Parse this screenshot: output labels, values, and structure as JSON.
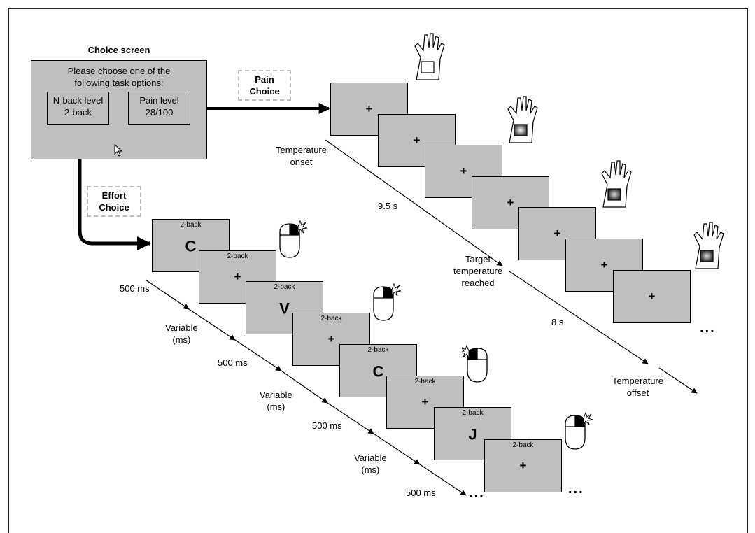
{
  "choice_screen": {
    "title": "Choice screen",
    "prompt_line1": "Please choose one of the",
    "prompt_line2": "following task options:",
    "nback_option": {
      "line1": "N-back level",
      "line2": "2-back"
    },
    "pain_option": {
      "line1": "Pain level",
      "line2": "28/100"
    }
  },
  "pain_branch": {
    "label_line1": "Pain",
    "label_line2": "Choice",
    "fixation": "+",
    "temp_onset_line1": "Temperature",
    "temp_onset_line2": "onset",
    "ramp_time": "9.5 s",
    "target_line1": "Target",
    "target_line2": "temperature",
    "target_line3": "reached",
    "hold_time": "8 s",
    "temp_offset_line1": "Temperature",
    "temp_offset_line2": "offset",
    "ellipsis": "...",
    "icon": "hand-with-thermode-icon"
  },
  "effort_branch": {
    "label_line1": "Effort",
    "label_line2": "Choice",
    "screen_tag": "2-back",
    "stimuli": [
      "C",
      "+",
      "V",
      "+",
      "C",
      "+",
      "J",
      "+"
    ],
    "timing_500": "500 ms",
    "variable_line1": "Variable",
    "variable_line2": "(ms)",
    "ellipsis": "...",
    "icon": "mouse-click-icon"
  }
}
